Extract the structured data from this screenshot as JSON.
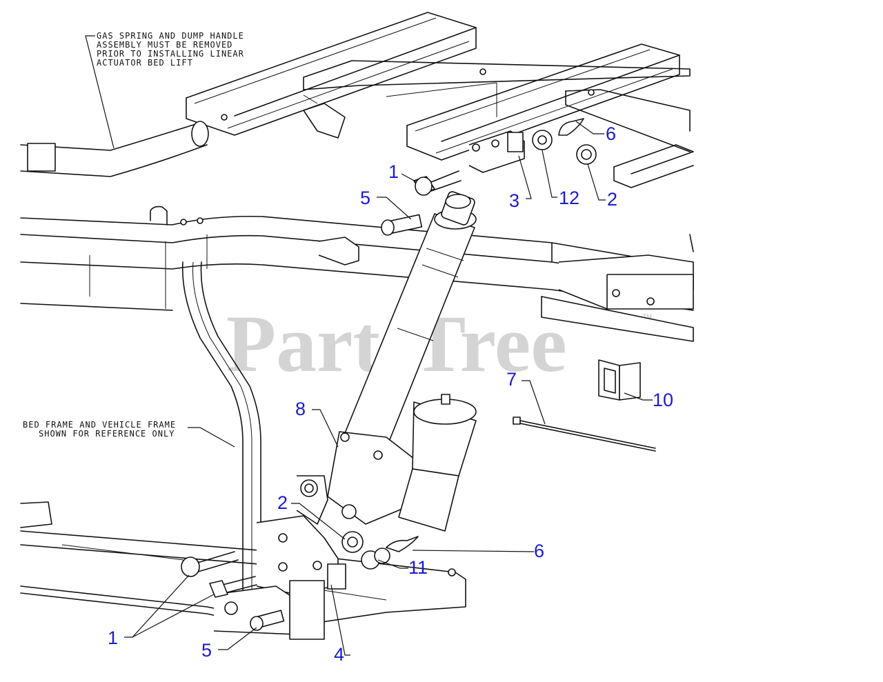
{
  "diagram": {
    "notes": {
      "gas_spring": [
        "GAS SPRING AND DUMP HANDLE",
        "ASSEMBLY MUST BE REMOVED",
        "PRIOR TO INSTALLING LINEAR",
        "ACTUATOR BED LIFT"
      ],
      "bed_frame": [
        "BED FRAME AND VEHICLE FRAME",
        "SHOWN FOR REFERENCE ONLY"
      ]
    },
    "callouts": [
      "1",
      "5",
      "3",
      "12",
      "2",
      "6",
      "8",
      "7",
      "10",
      "2",
      "6",
      "11",
      "1",
      "5",
      "4"
    ],
    "watermark": "PartsTree",
    "trademark": "TM",
    "callout_color": "#1a1ad6"
  }
}
